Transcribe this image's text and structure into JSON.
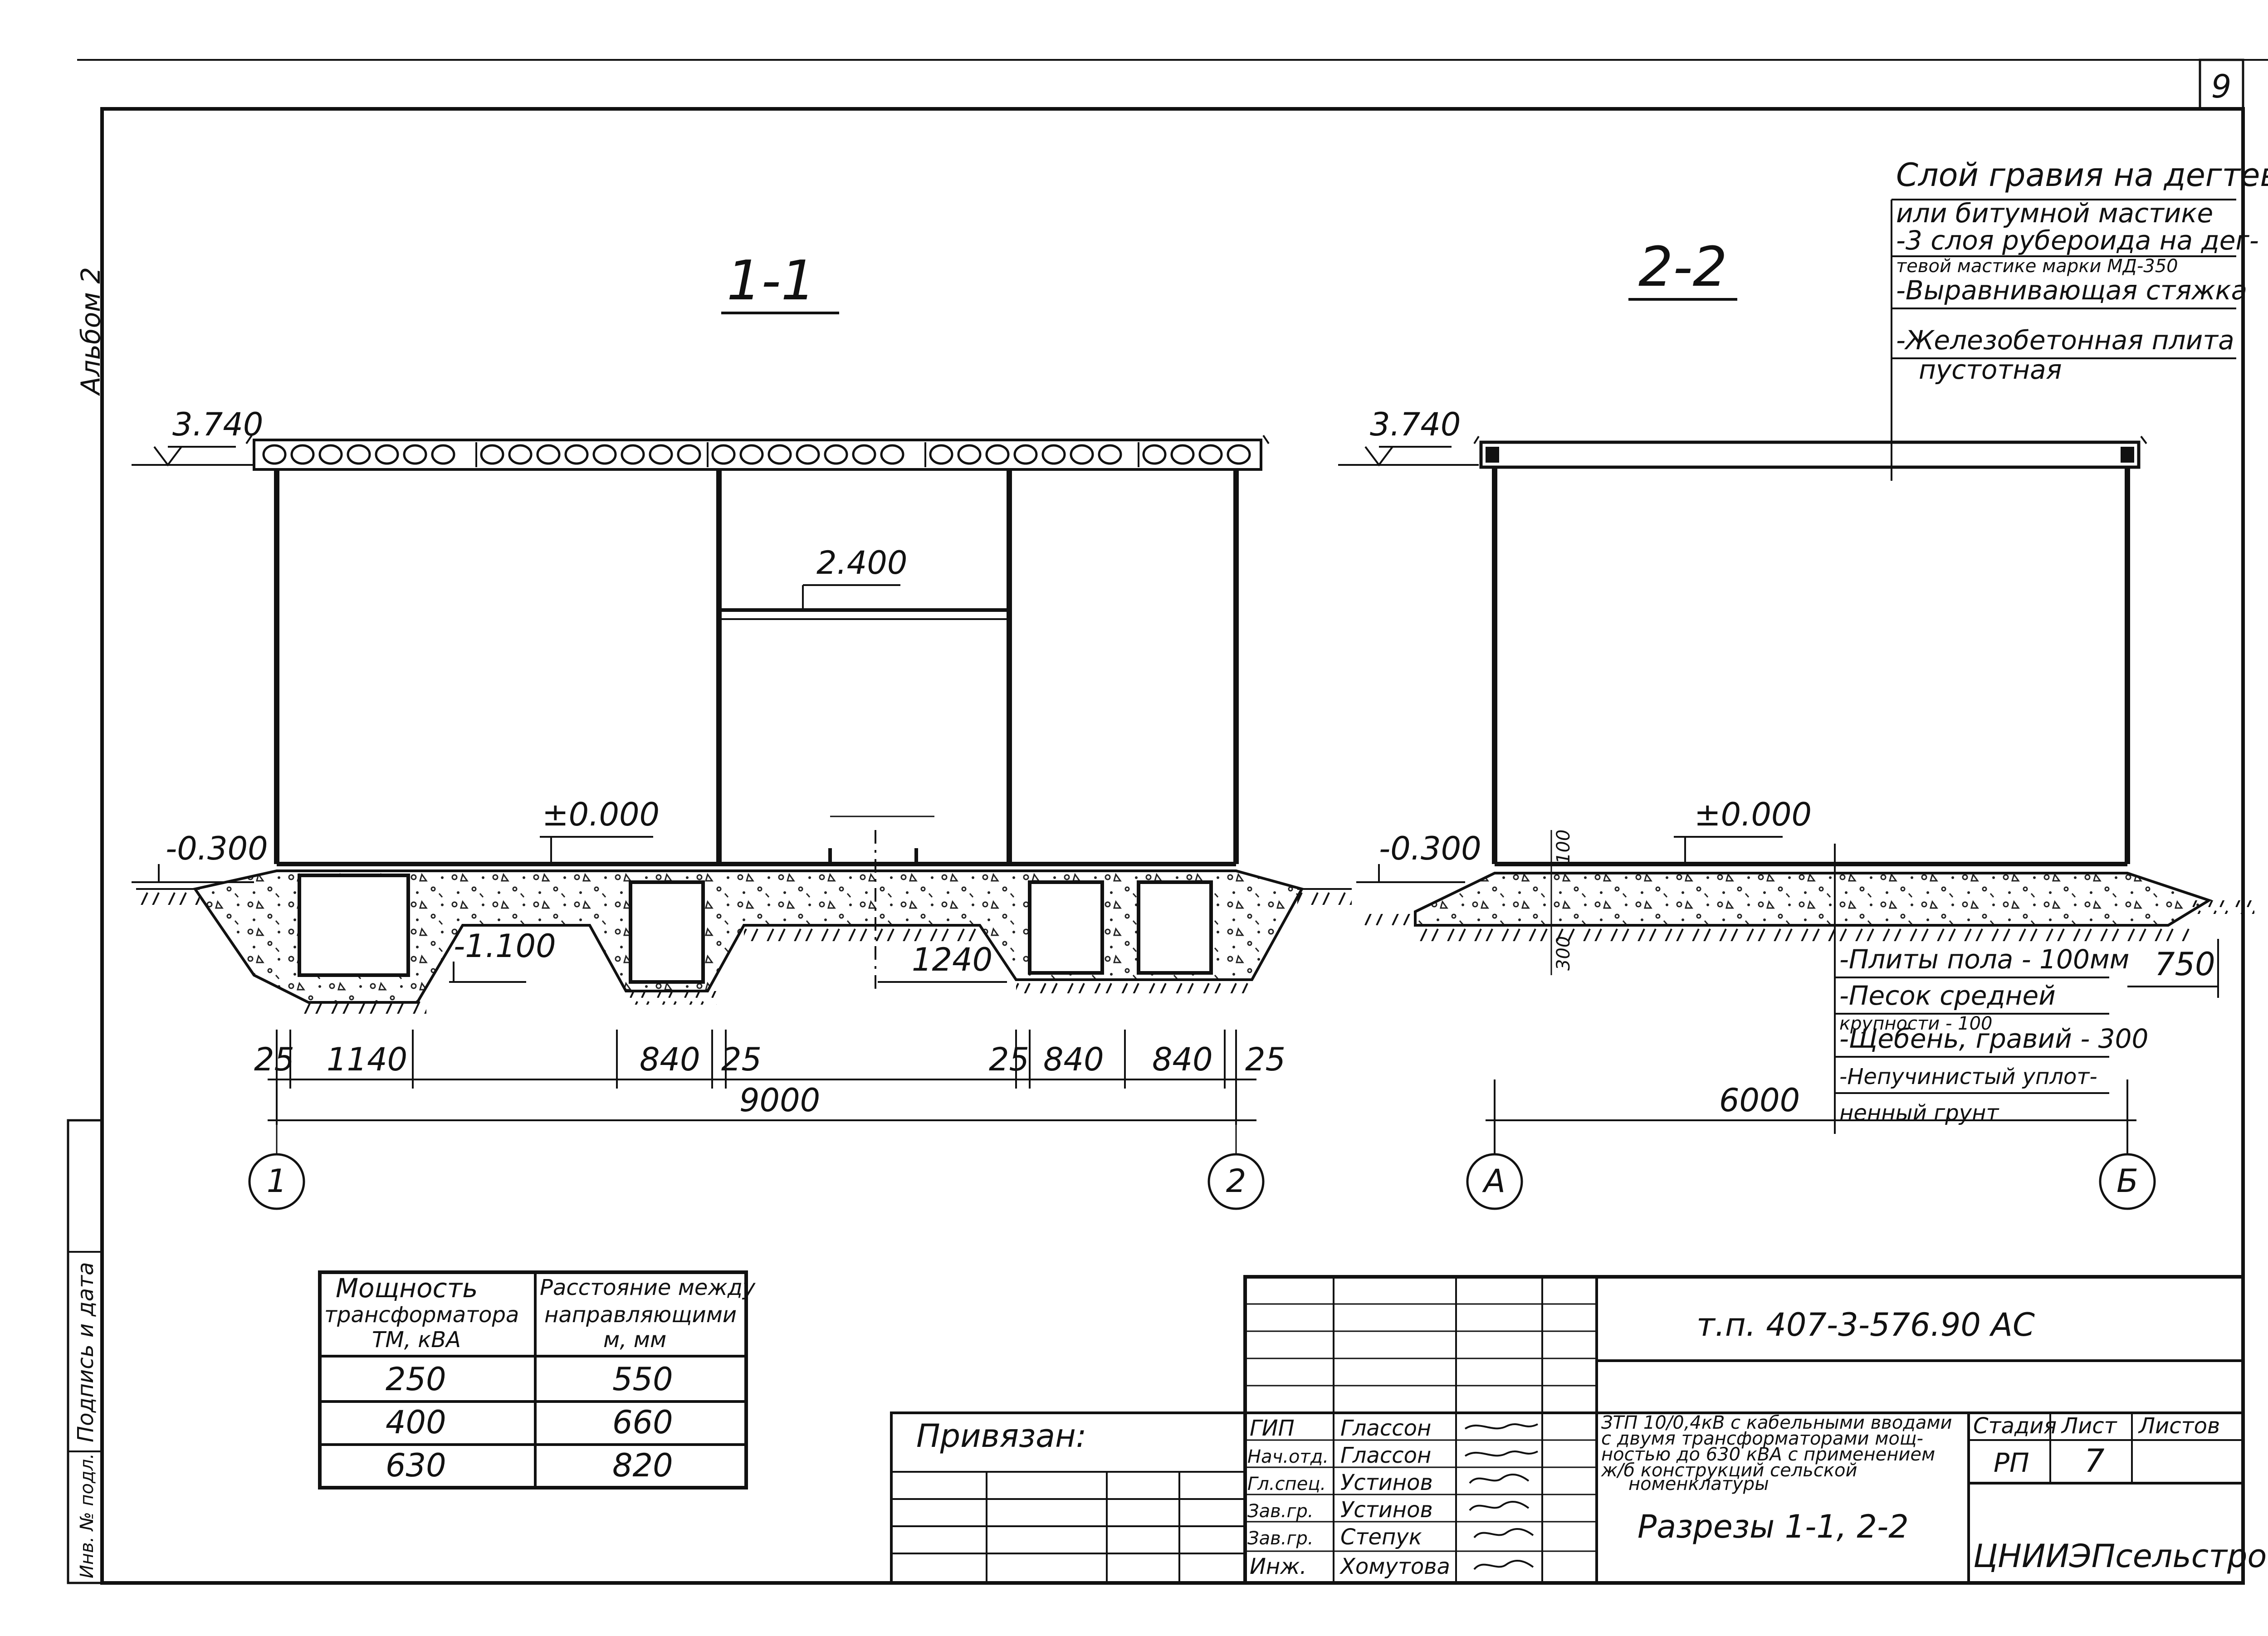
{
  "sheet": {
    "number": "9",
    "album": "Альбом 2"
  },
  "margin_stamp": {
    "labels": [
      "Подпись и дата",
      "Инв. № подл."
    ]
  },
  "section_1": {
    "title": "1-1",
    "level_roof": "3.740",
    "level_mid": "2.400",
    "level_floor": "±0.000",
    "level_ground": "-0.300",
    "level_pit": "-1.100",
    "dim_1240": "1240",
    "dims_bottom": [
      "25",
      "1140",
      "840",
      "25",
      "25",
      "840",
      "840",
      "25"
    ],
    "dim_total": "9000",
    "axis_left": "1",
    "axis_right": "2"
  },
  "section_2": {
    "title": "2-2",
    "level_roof": "3.740",
    "level_floor": "±0.000",
    "level_ground": "-0.300",
    "dim_100": "100",
    "dim_300": "300",
    "dim_750": "750",
    "dim_total": "6000",
    "axis_left": "А",
    "axis_right": "Б"
  },
  "roof_layers": [
    "Слой гравия на дегтевой",
    "или битумной мастике",
    "-3 слоя рубероида на дег-",
    "тевой мастике марки МД-350",
    "-Выравнивающая стяжка",
    "-Железобетонная плита",
    "пустотная"
  ],
  "floor_layers": [
    "-Плиты пола - 100мм",
    "-Песок средней",
    "крупности - 100",
    "-Щебень, гравий - 300",
    "-Непучинистый уплот-",
    "ненный грунт"
  ],
  "table": {
    "headers": [
      [
        "Мощность",
        "трансформатора",
        "ТМ, кВА"
      ],
      [
        "Расстояние между",
        "направляющими",
        "м, мм"
      ]
    ],
    "rows": [
      [
        "250",
        "550"
      ],
      [
        "400",
        "660"
      ],
      [
        "630",
        "820"
      ]
    ]
  },
  "title_block": {
    "code": "т.п. 407-3-576.90 АС",
    "privyazan": "Привязан:",
    "description": [
      "ЗТП 10/0,4кВ с кабельными вводами",
      "с двумя трансформаторами мощ-",
      "ностью до 630 кВА с применением",
      "ж/б конструкций сельской",
      "номенклатуры"
    ],
    "sheet_name": "Разрезы 1-1, 2-2",
    "organization": "ЦНИИЭПсельстрой",
    "stage_label": "Стадия",
    "sheet_label": "Лист",
    "sheets_label": "Листов",
    "stage": "РП",
    "sheet_no": "7",
    "sheets_total": "",
    "signatures": [
      {
        "role": "ГИП",
        "name": "Глассон"
      },
      {
        "role": "Нач.отд.",
        "name": "Глассон"
      },
      {
        "role": "Гл.спец.",
        "name": "Устинов"
      },
      {
        "role": "Зав.гр.",
        "name": "Устинов"
      },
      {
        "role": "Зав.гр.",
        "name": "Степук"
      },
      {
        "role": "Инж.",
        "name": "Хомутова"
      }
    ]
  }
}
